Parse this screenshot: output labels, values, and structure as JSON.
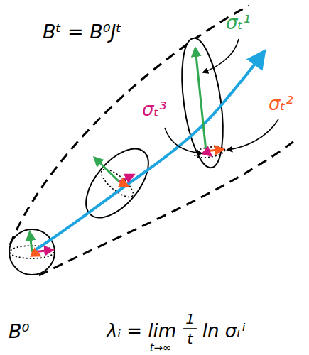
{
  "diagram": {
    "labels": [
      "Bᵗ = B⁰Jᵗ",
      "σₜ¹",
      "σₜ²",
      "σₜ³",
      "B⁰",
      "λᵢ = lim",
      "t→∞",
      "1",
      "t",
      "ln σₜⁱ"
    ]
  }
}
